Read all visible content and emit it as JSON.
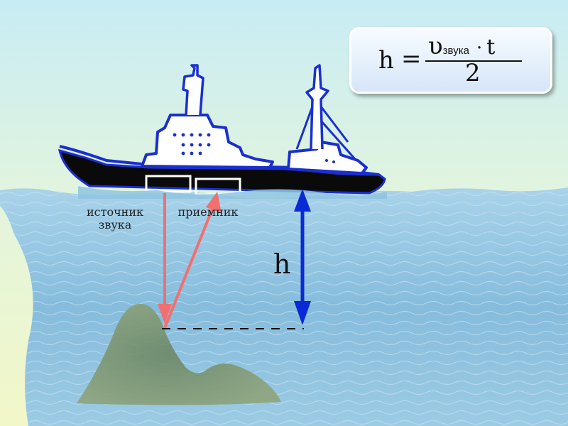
{
  "formula": {
    "lhs": "h",
    "equals": "=",
    "velocity_symbol": "υ",
    "velocity_subscript": "звука",
    "multiply": "·",
    "time": "t",
    "denominator": "2"
  },
  "labels": {
    "source": "источник звука",
    "source_line1": "источник",
    "source_line2": "звука",
    "receiver": "приемник",
    "depth": "h"
  },
  "colors": {
    "sky_top": "#c8ecf4",
    "sky_bottom": "#f2f7c8",
    "water": "#7fb9da",
    "sound_ray": "#f07070",
    "depth_arrow": "#0a2ad8",
    "hull": "#0a0a0a",
    "ship_outline": "#1a2fd0",
    "rock": "#6f8f6a"
  }
}
